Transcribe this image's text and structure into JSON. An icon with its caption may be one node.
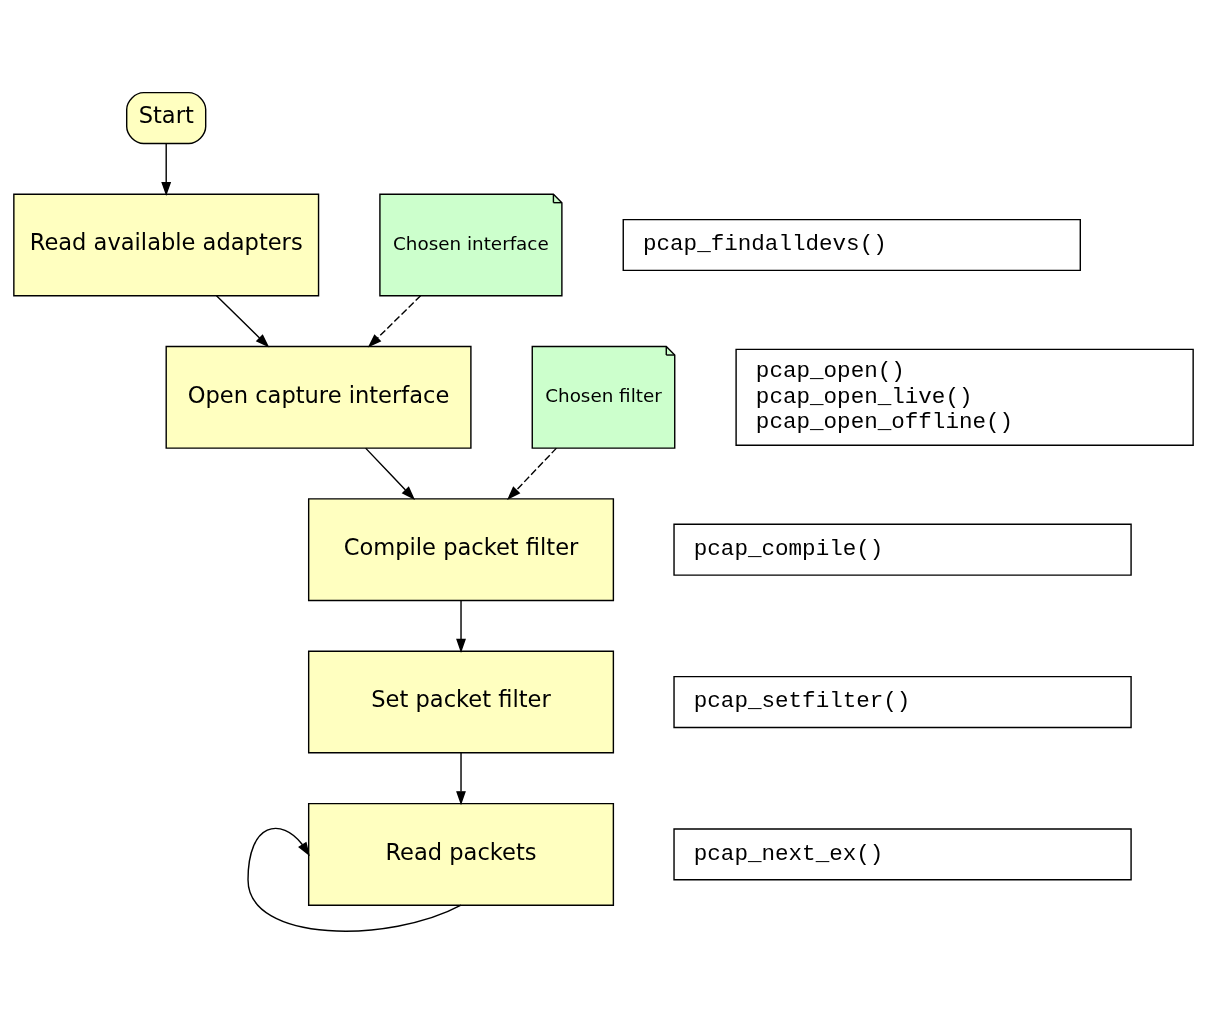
{
  "diagram": {
    "nodes": [
      {
        "text": [
          "Start"
        ]
      },
      {
        "text": [
          "Read available adapters"
        ]
      },
      {
        "text": [
          "Open capture interface"
        ]
      },
      {
        "text": [
          "Compile packet filter"
        ]
      },
      {
        "text": [
          "Set packet filter"
        ]
      },
      {
        "text": [
          "Read packets"
        ]
      },
      {
        "text": [
          "Chosen interface"
        ]
      },
      {
        "text": [
          "Chosen filter"
        ]
      },
      {
        "text": [
          "pcap_findalldevs()"
        ]
      },
      {
        "text": [
          "pcap_open()",
          "pcap_open_live()",
          "pcap_open_offline()"
        ]
      },
      {
        "text": [
          "pcap_compile()"
        ]
      },
      {
        "text": [
          "pcap_setfilter()"
        ]
      },
      {
        "text": [
          "pcap_next_ex()"
        ]
      }
    ],
    "edges": [
      {
        "from": 0,
        "to": 1,
        "arrow": "to"
      },
      {
        "from": 1,
        "to": 2,
        "arrow": "to"
      },
      {
        "from": 2,
        "to": 3,
        "arrow": "to"
      },
      {
        "from": 3,
        "to": 4,
        "arrow": "to"
      },
      {
        "from": 4,
        "to": 5,
        "arrow": "to"
      },
      {
        "from": 6,
        "to": 2,
        "arrow": "to",
        "style": "dashed"
      },
      {
        "from": 7,
        "to": 3,
        "arrow": "to",
        "style": "dashed"
      },
      {
        "from": 5,
        "to": 5,
        "arrow": "to"
      }
    ]
  }
}
